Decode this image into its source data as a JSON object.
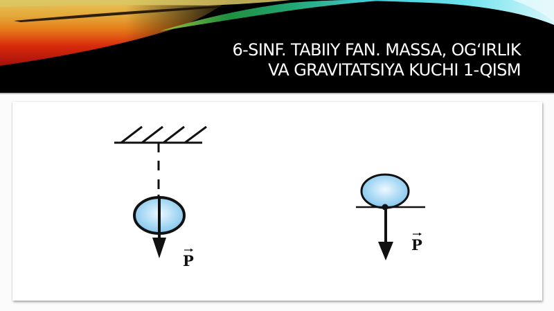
{
  "slide": {
    "title_lines": [
      "6-SINF. TABIIY FAN. MASSA, OG‘IRLIK",
      "VA GRAVITATSIYA KUCHI 1-QISM"
    ],
    "colors": {
      "header_bg": "#000000",
      "title_text": "#ffffff",
      "ball_fill": "#9fd3f2",
      "ball_highlight": "#e6f5fd",
      "ink": "#111111"
    }
  },
  "diagram": {
    "figures": [
      {
        "id": "hanging-ball",
        "description": "Ball suspended from a hatched ceiling support with weight vector pointing down",
        "force_label": "P"
      },
      {
        "id": "resting-ball",
        "description": "Ball resting on a horizontal surface with weight vector pointing down",
        "force_label": "P"
      }
    ]
  }
}
